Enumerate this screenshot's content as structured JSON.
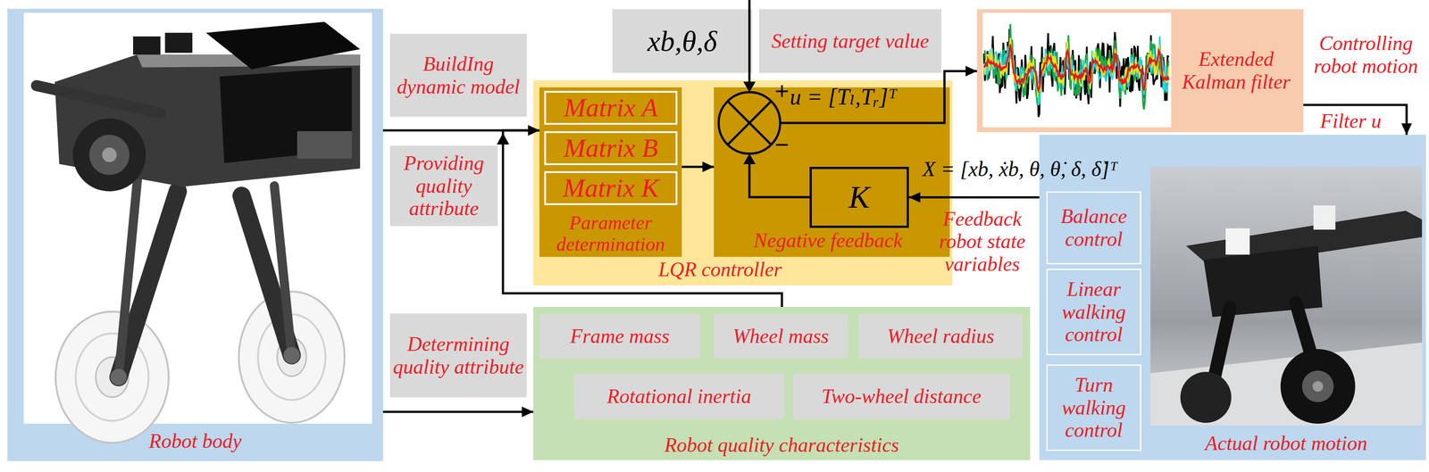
{
  "diagram": {
    "nodes": [
      {
        "text": [
          "Robot body"
        ]
      },
      {
        "text": [
          "BuildIng dynamic model"
        ]
      },
      {
        "text": [
          "Providing quality attribute"
        ]
      },
      {
        "text": [
          "Determining quality attribute"
        ]
      },
      {
        "text": [
          "LQR controller"
        ]
      },
      {
        "text": [
          "Parameter determination"
        ],
        "in": 4
      },
      {
        "text": [
          "Matrix A"
        ],
        "in": 5
      },
      {
        "text": [
          "Matrix B"
        ],
        "in": 5
      },
      {
        "text": [
          "Matrix K"
        ],
        "in": 5
      },
      {
        "text": [
          "Negative feedback"
        ],
        "in": 4
      },
      {
        "text": [
          "K"
        ],
        "in": 9
      },
      {
        "text": [
          "xb,θ,δ"
        ]
      },
      {
        "text": [
          "Setting target value"
        ]
      },
      {
        "text": [
          "Extended Kalman filter"
        ]
      },
      {
        "text": [
          "Actual robot motion"
        ]
      },
      {
        "text": [
          "Balance control"
        ],
        "in": 14
      },
      {
        "text": [
          "Linear walking control"
        ],
        "in": 14
      },
      {
        "text": [
          "Turn walking control"
        ],
        "in": 14
      },
      {
        "text": [
          "Robot quality characteristics"
        ]
      },
      {
        "text": [
          "Frame mass"
        ],
        "in": 18
      },
      {
        "text": [
          "Wheel mass"
        ],
        "in": 18
      },
      {
        "text": [
          "Wheel radius"
        ],
        "in": 18
      },
      {
        "text": [
          "Rotational inertia"
        ],
        "in": 18
      },
      {
        "text": [
          "Two-wheel distance"
        ],
        "in": 18
      }
    ],
    "edges": [
      {
        "from": 0,
        "to": 5,
        "arrow": "to"
      },
      {
        "from": 18,
        "to": 5,
        "arrow": "to"
      },
      {
        "from": 0,
        "to": 18,
        "arrow": "to"
      },
      {
        "from": 5,
        "to": 9,
        "arrow": "to"
      },
      {
        "from": 9,
        "to": 13,
        "arrow": "to"
      },
      {
        "from": 13,
        "to": 14,
        "arrow": "to"
      },
      {
        "from": 14,
        "to": 10,
        "arrow": "to"
      }
    ],
    "labels": [
      "+",
      "−",
      "u = [Tₗ,Tᵣ]ᵀ",
      "X = [xb, ẋb, θ, θ̇, δ, δ̇]ᵀ",
      "Feedback robot state variables",
      "Controlling robot motion",
      "Filter u"
    ]
  }
}
